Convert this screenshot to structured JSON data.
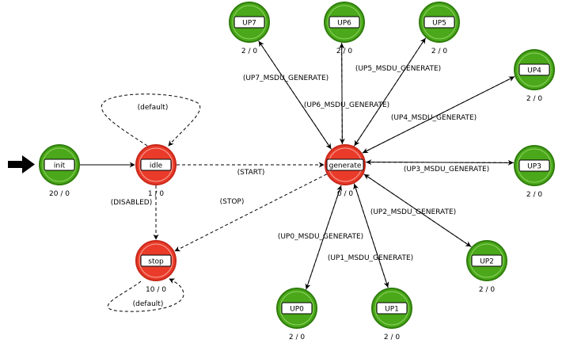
{
  "diagram": {
    "colors": {
      "forced_state": "#ea3b2a",
      "forced_ring": "#c8281a",
      "unforced_state": "#4aa81a",
      "unforced_ring": "#2f7d0c",
      "edge": "#000000",
      "background": "#ffffff"
    },
    "states": [
      {
        "id": "init",
        "label": "init",
        "count": "20 / 0",
        "kind": "unforced"
      },
      {
        "id": "idle",
        "label": "idle",
        "count": "1 / 0",
        "kind": "forced"
      },
      {
        "id": "stop",
        "label": "stop",
        "count": "10 / 0",
        "kind": "forced"
      },
      {
        "id": "generate",
        "label": "generate",
        "count": "0 / 0",
        "kind": "forced"
      },
      {
        "id": "UP7",
        "label": "UP7",
        "count": "2 / 0",
        "kind": "unforced"
      },
      {
        "id": "UP6",
        "label": "UP6",
        "count": "2 / 0",
        "kind": "unforced"
      },
      {
        "id": "UP5",
        "label": "UP5",
        "count": "2 / 0",
        "kind": "unforced"
      },
      {
        "id": "UP4",
        "label": "UP4",
        "count": "2 / 0",
        "kind": "unforced"
      },
      {
        "id": "UP3",
        "label": "UP3",
        "count": "2 / 0",
        "kind": "unforced"
      },
      {
        "id": "UP2",
        "label": "UP2",
        "count": "2 / 0",
        "kind": "unforced"
      },
      {
        "id": "UP1",
        "label": "UP1",
        "count": "2 / 0",
        "kind": "unforced"
      },
      {
        "id": "UP0",
        "label": "UP0",
        "count": "2 / 0",
        "kind": "unforced"
      }
    ],
    "transitions": [
      {
        "id": "init-idle",
        "from": "init",
        "to": "idle",
        "label": "",
        "style": "solid"
      },
      {
        "id": "idle-self",
        "from": "idle",
        "to": "idle",
        "label": "(default)",
        "style": "dashed"
      },
      {
        "id": "idle-generate",
        "from": "idle",
        "to": "generate",
        "label": "(START)",
        "style": "dashed"
      },
      {
        "id": "idle-stop",
        "from": "idle",
        "to": "stop",
        "label": "(DISABLED)",
        "style": "dashed"
      },
      {
        "id": "generate-stop",
        "from": "generate",
        "to": "stop",
        "label": "(STOP)",
        "style": "dashed"
      },
      {
        "id": "stop-self",
        "from": "stop",
        "to": "stop",
        "label": "(default)",
        "style": "dashed"
      },
      {
        "id": "gen-UP7",
        "from": "generate",
        "to": "UP7",
        "label": "(UP7_MSDU_GENERATE)",
        "style": "dashed"
      },
      {
        "id": "UP7-gen",
        "from": "UP7",
        "to": "generate",
        "label": "",
        "style": "solid"
      },
      {
        "id": "gen-UP6",
        "from": "generate",
        "to": "UP6",
        "label": "(UP6_MSDU_GENERATE)",
        "style": "dashed"
      },
      {
        "id": "UP6-gen",
        "from": "UP6",
        "to": "generate",
        "label": "",
        "style": "solid"
      },
      {
        "id": "gen-UP5",
        "from": "generate",
        "to": "UP5",
        "label": "(UP5_MSDU_GENERATE)",
        "style": "dashed"
      },
      {
        "id": "UP5-gen",
        "from": "UP5",
        "to": "generate",
        "label": "",
        "style": "solid"
      },
      {
        "id": "gen-UP4",
        "from": "generate",
        "to": "UP4",
        "label": "(UP4_MSDU_GENERATE)",
        "style": "dashed"
      },
      {
        "id": "UP4-gen",
        "from": "UP4",
        "to": "generate",
        "label": "",
        "style": "solid"
      },
      {
        "id": "gen-UP3",
        "from": "generate",
        "to": "UP3",
        "label": "(UP3_MSDU_GENERATE)",
        "style": "dashed"
      },
      {
        "id": "UP3-gen",
        "from": "UP3",
        "to": "generate",
        "label": "",
        "style": "solid"
      },
      {
        "id": "gen-UP2",
        "from": "generate",
        "to": "UP2",
        "label": "(UP2_MSDU_GENERATE)",
        "style": "dashed"
      },
      {
        "id": "UP2-gen",
        "from": "UP2",
        "to": "generate",
        "label": "",
        "style": "solid"
      },
      {
        "id": "gen-UP1",
        "from": "generate",
        "to": "UP1",
        "label": "(UP1_MSDU_GENERATE)",
        "style": "dashed"
      },
      {
        "id": "UP1-gen",
        "from": "UP1",
        "to": "generate",
        "label": "",
        "style": "solid"
      },
      {
        "id": "gen-UP0",
        "from": "generate",
        "to": "UP0",
        "label": "(UP0_MSDU_GENERATE)",
        "style": "dashed"
      },
      {
        "id": "UP0-gen",
        "from": "UP0",
        "to": "generate",
        "label": "",
        "style": "solid"
      }
    ]
  }
}
